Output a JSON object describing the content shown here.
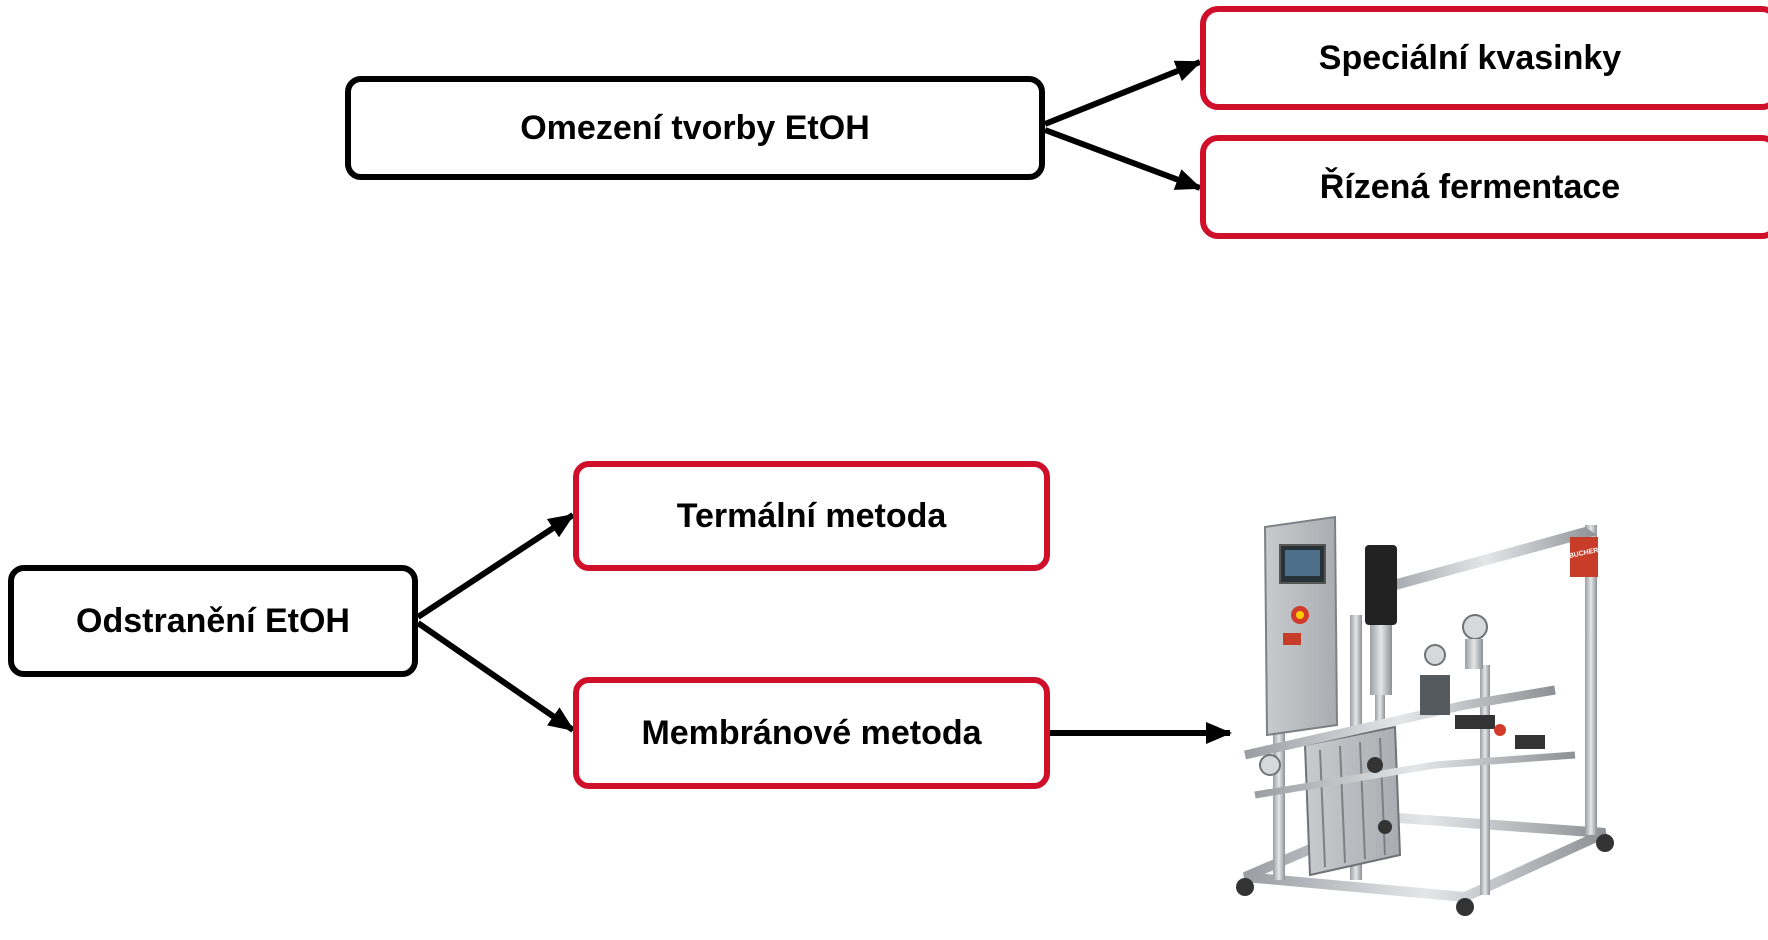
{
  "top": {
    "main": "Omezení tvorby EtOH",
    "option_1": "Speciální kvasinky",
    "option_2": "Řízená fermentace"
  },
  "bottom": {
    "main": "Odstranění EtOH",
    "option_1": "Termální metoda",
    "option_2": "Membránové metoda"
  },
  "machine": {
    "brand": "BUCHER"
  },
  "colors": {
    "accent_red": "#d0102a",
    "outline_black": "#000000"
  }
}
